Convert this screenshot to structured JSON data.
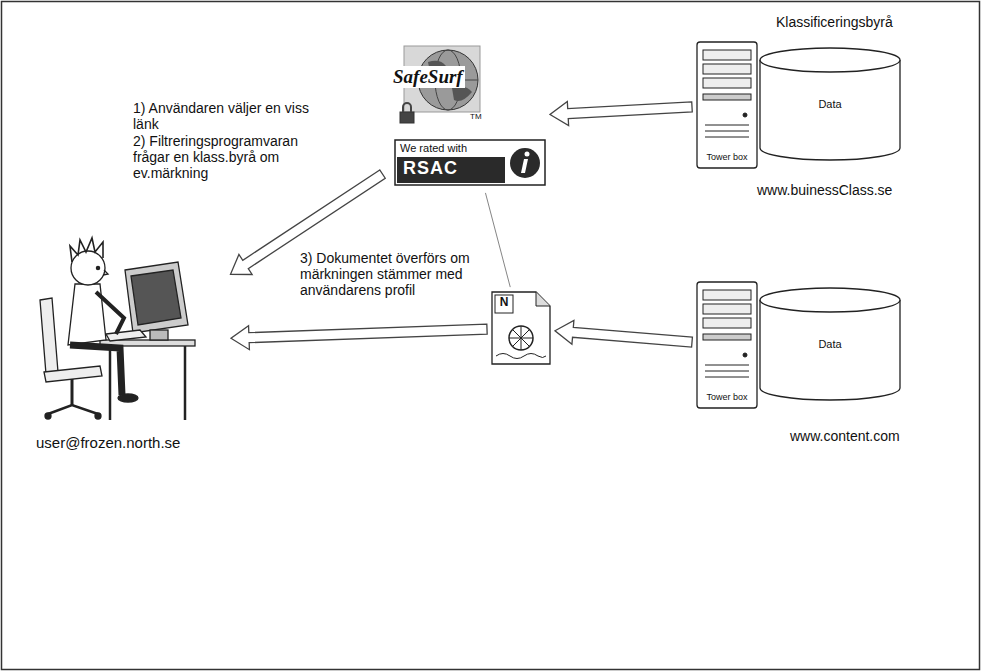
{
  "diagram": {
    "nodes": [
      {
        "text": [
          "user@frozen.north.se"
        ]
      },
      {
        "text": [
          "SafeSurf",
          "We rated with",
          "RSAC"
        ]
      },
      {
        "text": [
          "Tower box"
        ]
      },
      {
        "text": [
          "Data"
        ]
      },
      {
        "text": [
          "N"
        ]
      },
      {
        "text": [
          "Tower box"
        ]
      },
      {
        "text": [
          "Data"
        ]
      }
    ],
    "edges": [
      {
        "from": 2,
        "to": 1,
        "arrow": "to"
      },
      {
        "from": 1,
        "to": 0,
        "arrow": "to"
      },
      {
        "from": 1,
        "to": 4,
        "arrow": "none"
      },
      {
        "from": 5,
        "to": 4,
        "arrow": "to"
      },
      {
        "from": 4,
        "to": 0,
        "arrow": "to"
      }
    ],
    "labels": [
      "Klassificeringsbyrå",
      "1) Användaren väljer en viss länk",
      "2) Filtreringsprogramvaran frågar en klass.byrå om ev.märkning",
      "TM",
      "www.buinessClass.se",
      "3) Dokumentet överförs om märkningen stämmer med användarens profil",
      "www.content.com"
    ]
  }
}
